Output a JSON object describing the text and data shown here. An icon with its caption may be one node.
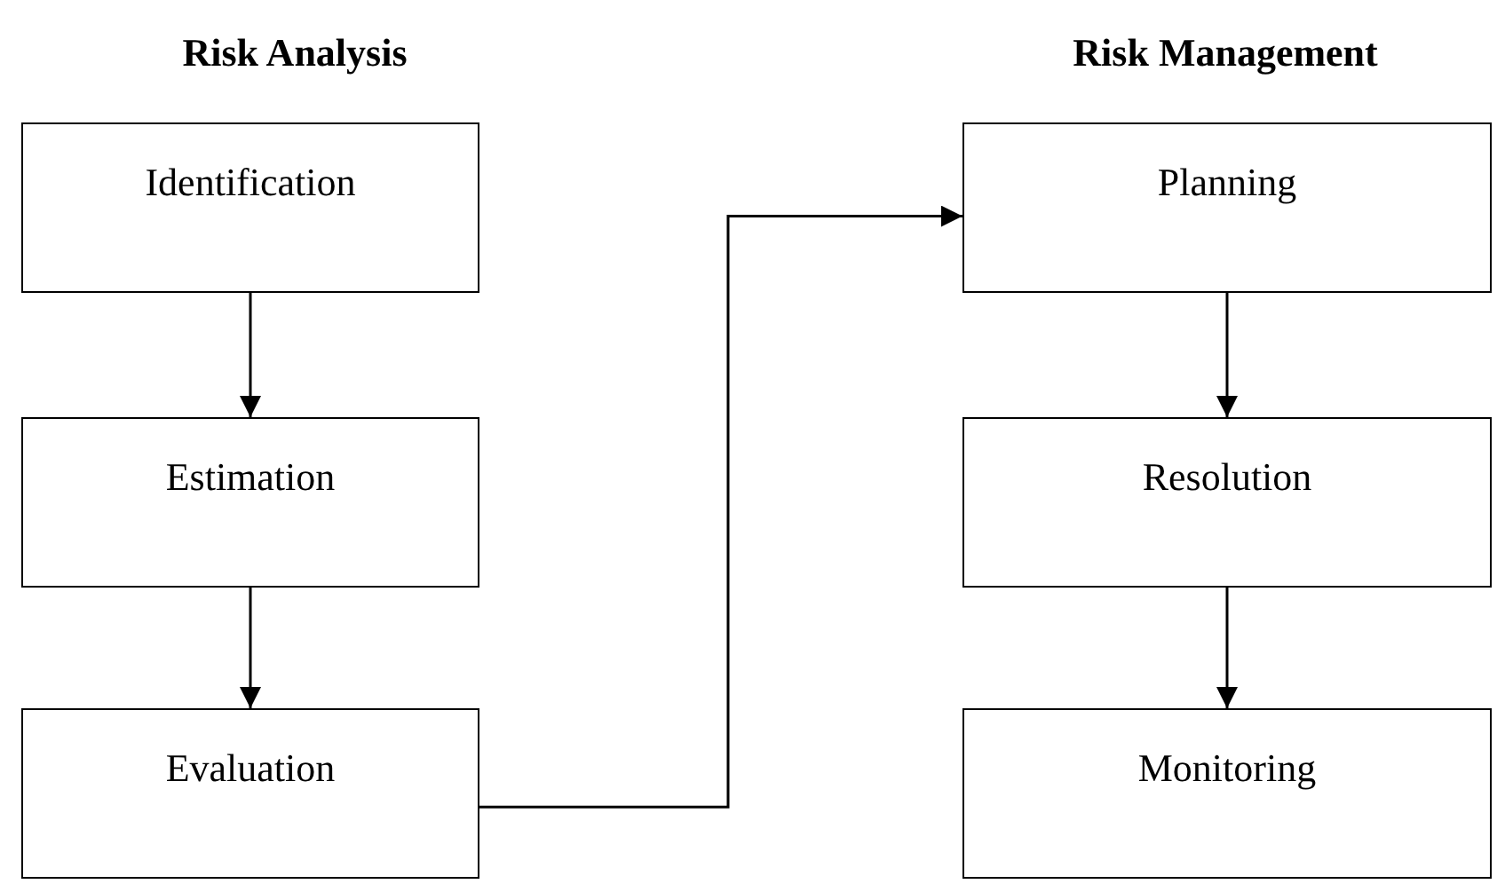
{
  "diagram": {
    "nodes": [
      {
        "text": [
          "Identification"
        ]
      },
      {
        "text": [
          "Estimation"
        ]
      },
      {
        "text": [
          "Evaluation"
        ]
      },
      {
        "text": [
          "Planning"
        ]
      },
      {
        "text": [
          "Resolution"
        ]
      },
      {
        "text": [
          "Monitoring"
        ]
      }
    ],
    "edges": [
      {
        "from": 0,
        "to": 1,
        "arrow": "to"
      },
      {
        "from": 1,
        "to": 2,
        "arrow": "to"
      },
      {
        "from": 2,
        "to": 3,
        "arrow": "to"
      },
      {
        "from": 3,
        "to": 4,
        "arrow": "to"
      },
      {
        "from": 4,
        "to": 5,
        "arrow": "to"
      }
    ],
    "labels": [
      "Risk Analysis",
      "Risk Management"
    ]
  }
}
